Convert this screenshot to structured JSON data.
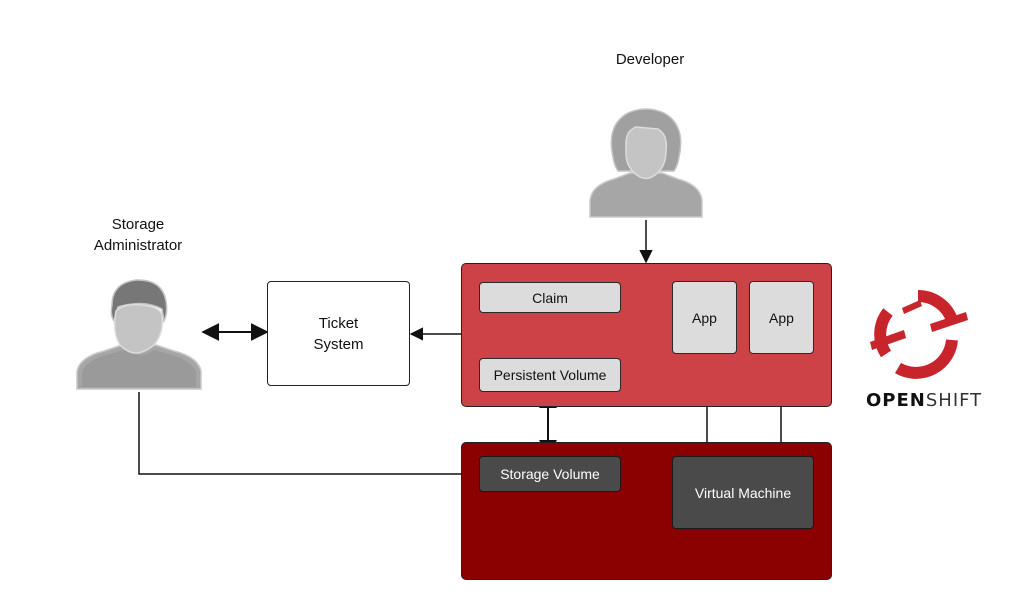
{
  "actors": {
    "developer": {
      "label": "Developer"
    },
    "storage_admin": {
      "label": "Storage\nAdministrator"
    }
  },
  "ticket_system": {
    "label": "Ticket\nSystem"
  },
  "openshift_region": {
    "claim": "Claim",
    "persistent_volume": "Persistent Volume",
    "app_1": "App",
    "app_2": "App"
  },
  "infrastructure_region": {
    "storage_volume": "Storage Volume",
    "virtual_machine": "Virtual Machine"
  },
  "logo": {
    "bold_text": "OPEN",
    "light_text": "SHIFT"
  },
  "colors": {
    "openshift_region_fill": "#cc4246",
    "infrastructure_region_fill": "#8b0000",
    "logo_red": "#c8242b",
    "person_gray": "#a8a8a8"
  }
}
